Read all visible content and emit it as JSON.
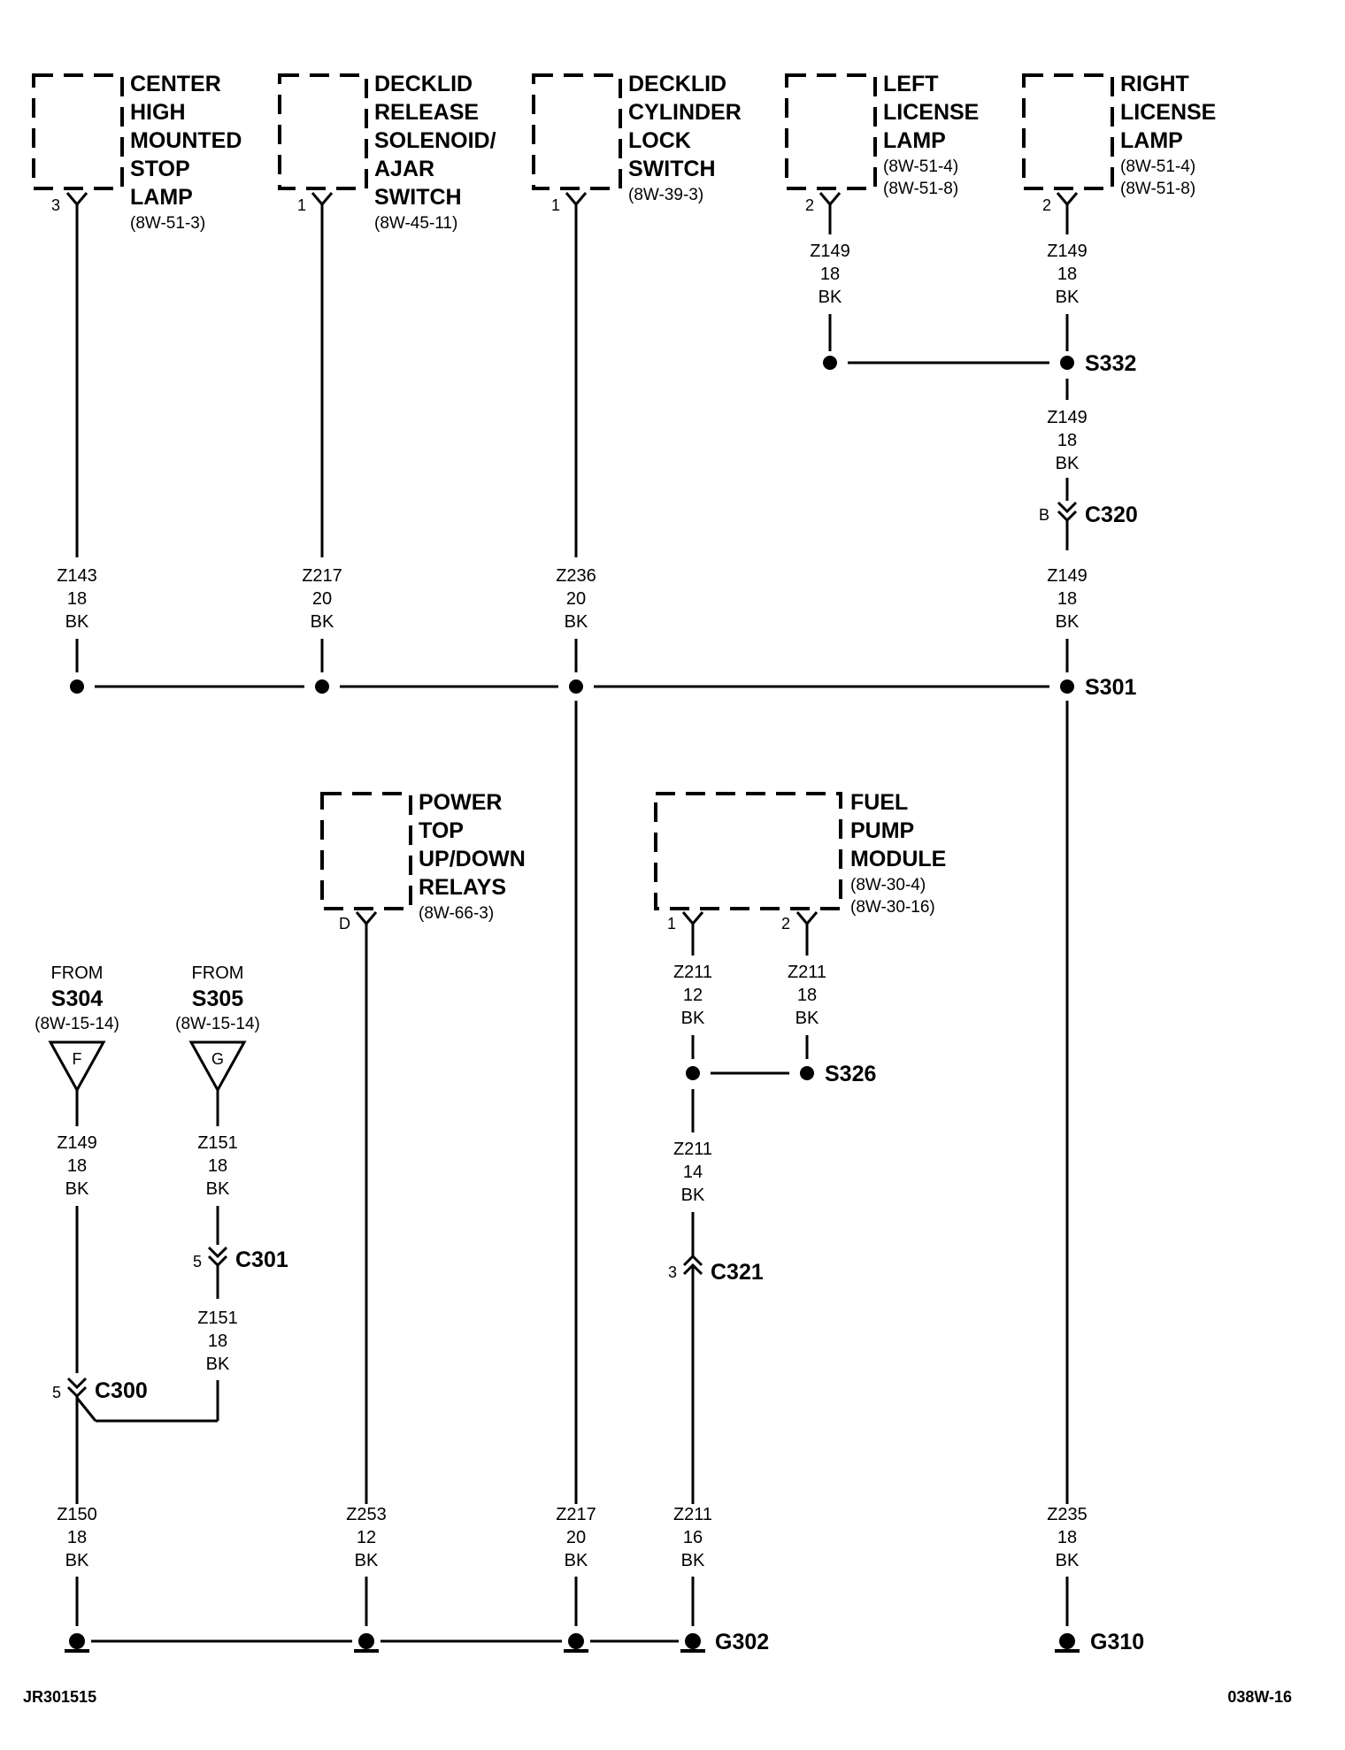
{
  "components": {
    "chmsl": {
      "lines": [
        "CENTER",
        "HIGH",
        "MOUNTED",
        "STOP",
        "LAMP"
      ],
      "refs": [
        "(8W-51-3)"
      ],
      "pin": "3"
    },
    "decklid_release": {
      "lines": [
        "DECKLID",
        "RELEASE",
        "SOLENOID/",
        "AJAR",
        "SWITCH"
      ],
      "refs": [
        "(8W-45-11)"
      ],
      "pin": "1"
    },
    "decklid_cylinder": {
      "lines": [
        "DECKLID",
        "CYLINDER",
        "LOCK",
        "SWITCH"
      ],
      "refs": [
        "(8W-39-3)"
      ],
      "pin": "1"
    },
    "left_license": {
      "lines": [
        "LEFT",
        "LICENSE",
        "LAMP"
      ],
      "refs": [
        "(8W-51-4)",
        "(8W-51-8)"
      ],
      "pin": "2"
    },
    "right_license": {
      "lines": [
        "RIGHT",
        "LICENSE",
        "LAMP"
      ],
      "refs": [
        "(8W-51-4)",
        "(8W-51-8)"
      ],
      "pin": "2"
    },
    "power_top": {
      "lines": [
        "POWER",
        "TOP",
        "UP/DOWN",
        "RELAYS"
      ],
      "refs": [
        "(8W-66-3)"
      ],
      "pin": "D"
    },
    "fuel_pump": {
      "lines": [
        "FUEL",
        "PUMP",
        "MODULE"
      ],
      "refs": [
        "(8W-30-4)",
        "(8W-30-16)"
      ],
      "pin1": "1",
      "pin2": "2"
    }
  },
  "wires": {
    "z149_left": [
      "Z149",
      "18",
      "BK"
    ],
    "z149_right_top": [
      "Z149",
      "18",
      "BK"
    ],
    "z149_right_mid": [
      "Z149",
      "18",
      "BK"
    ],
    "z149_right_low": [
      "Z149",
      "18",
      "BK"
    ],
    "z143": [
      "Z143",
      "18",
      "BK"
    ],
    "z217_top": [
      "Z217",
      "20",
      "BK"
    ],
    "z236": [
      "Z236",
      "20",
      "BK"
    ],
    "z211_pin1": [
      "Z211",
      "12",
      "BK"
    ],
    "z211_pin2": [
      "Z211",
      "18",
      "BK"
    ],
    "z211_mid": [
      "Z211",
      "14",
      "BK"
    ],
    "z211_low": [
      "Z211",
      "16",
      "BK"
    ],
    "z149_f": [
      "Z149",
      "18",
      "BK"
    ],
    "z151_top": [
      "Z151",
      "18",
      "BK"
    ],
    "z151_low": [
      "Z151",
      "18",
      "BK"
    ],
    "z150": [
      "Z150",
      "18",
      "BK"
    ],
    "z253": [
      "Z253",
      "12",
      "BK"
    ],
    "z217_low": [
      "Z217",
      "20",
      "BK"
    ],
    "z235": [
      "Z235",
      "18",
      "BK"
    ]
  },
  "splices": {
    "s332": "S332",
    "s301": "S301",
    "s326": "S326"
  },
  "connectors": {
    "c320": {
      "name": "C320",
      "pin": "B"
    },
    "c301": {
      "name": "C301",
      "pin": "5"
    },
    "c300": {
      "name": "C300",
      "pin": "5"
    },
    "c321": {
      "name": "C321",
      "pin": "3"
    }
  },
  "sources": {
    "s304": {
      "from": "FROM",
      "name": "S304",
      "ref": "(8W-15-14)",
      "letter": "F"
    },
    "s305": {
      "from": "FROM",
      "name": "S305",
      "ref": "(8W-15-14)",
      "letter": "G"
    }
  },
  "grounds": {
    "g302": "G302",
    "g310": "G310"
  },
  "footer": {
    "left": "JR301515",
    "right": "038W-16"
  }
}
